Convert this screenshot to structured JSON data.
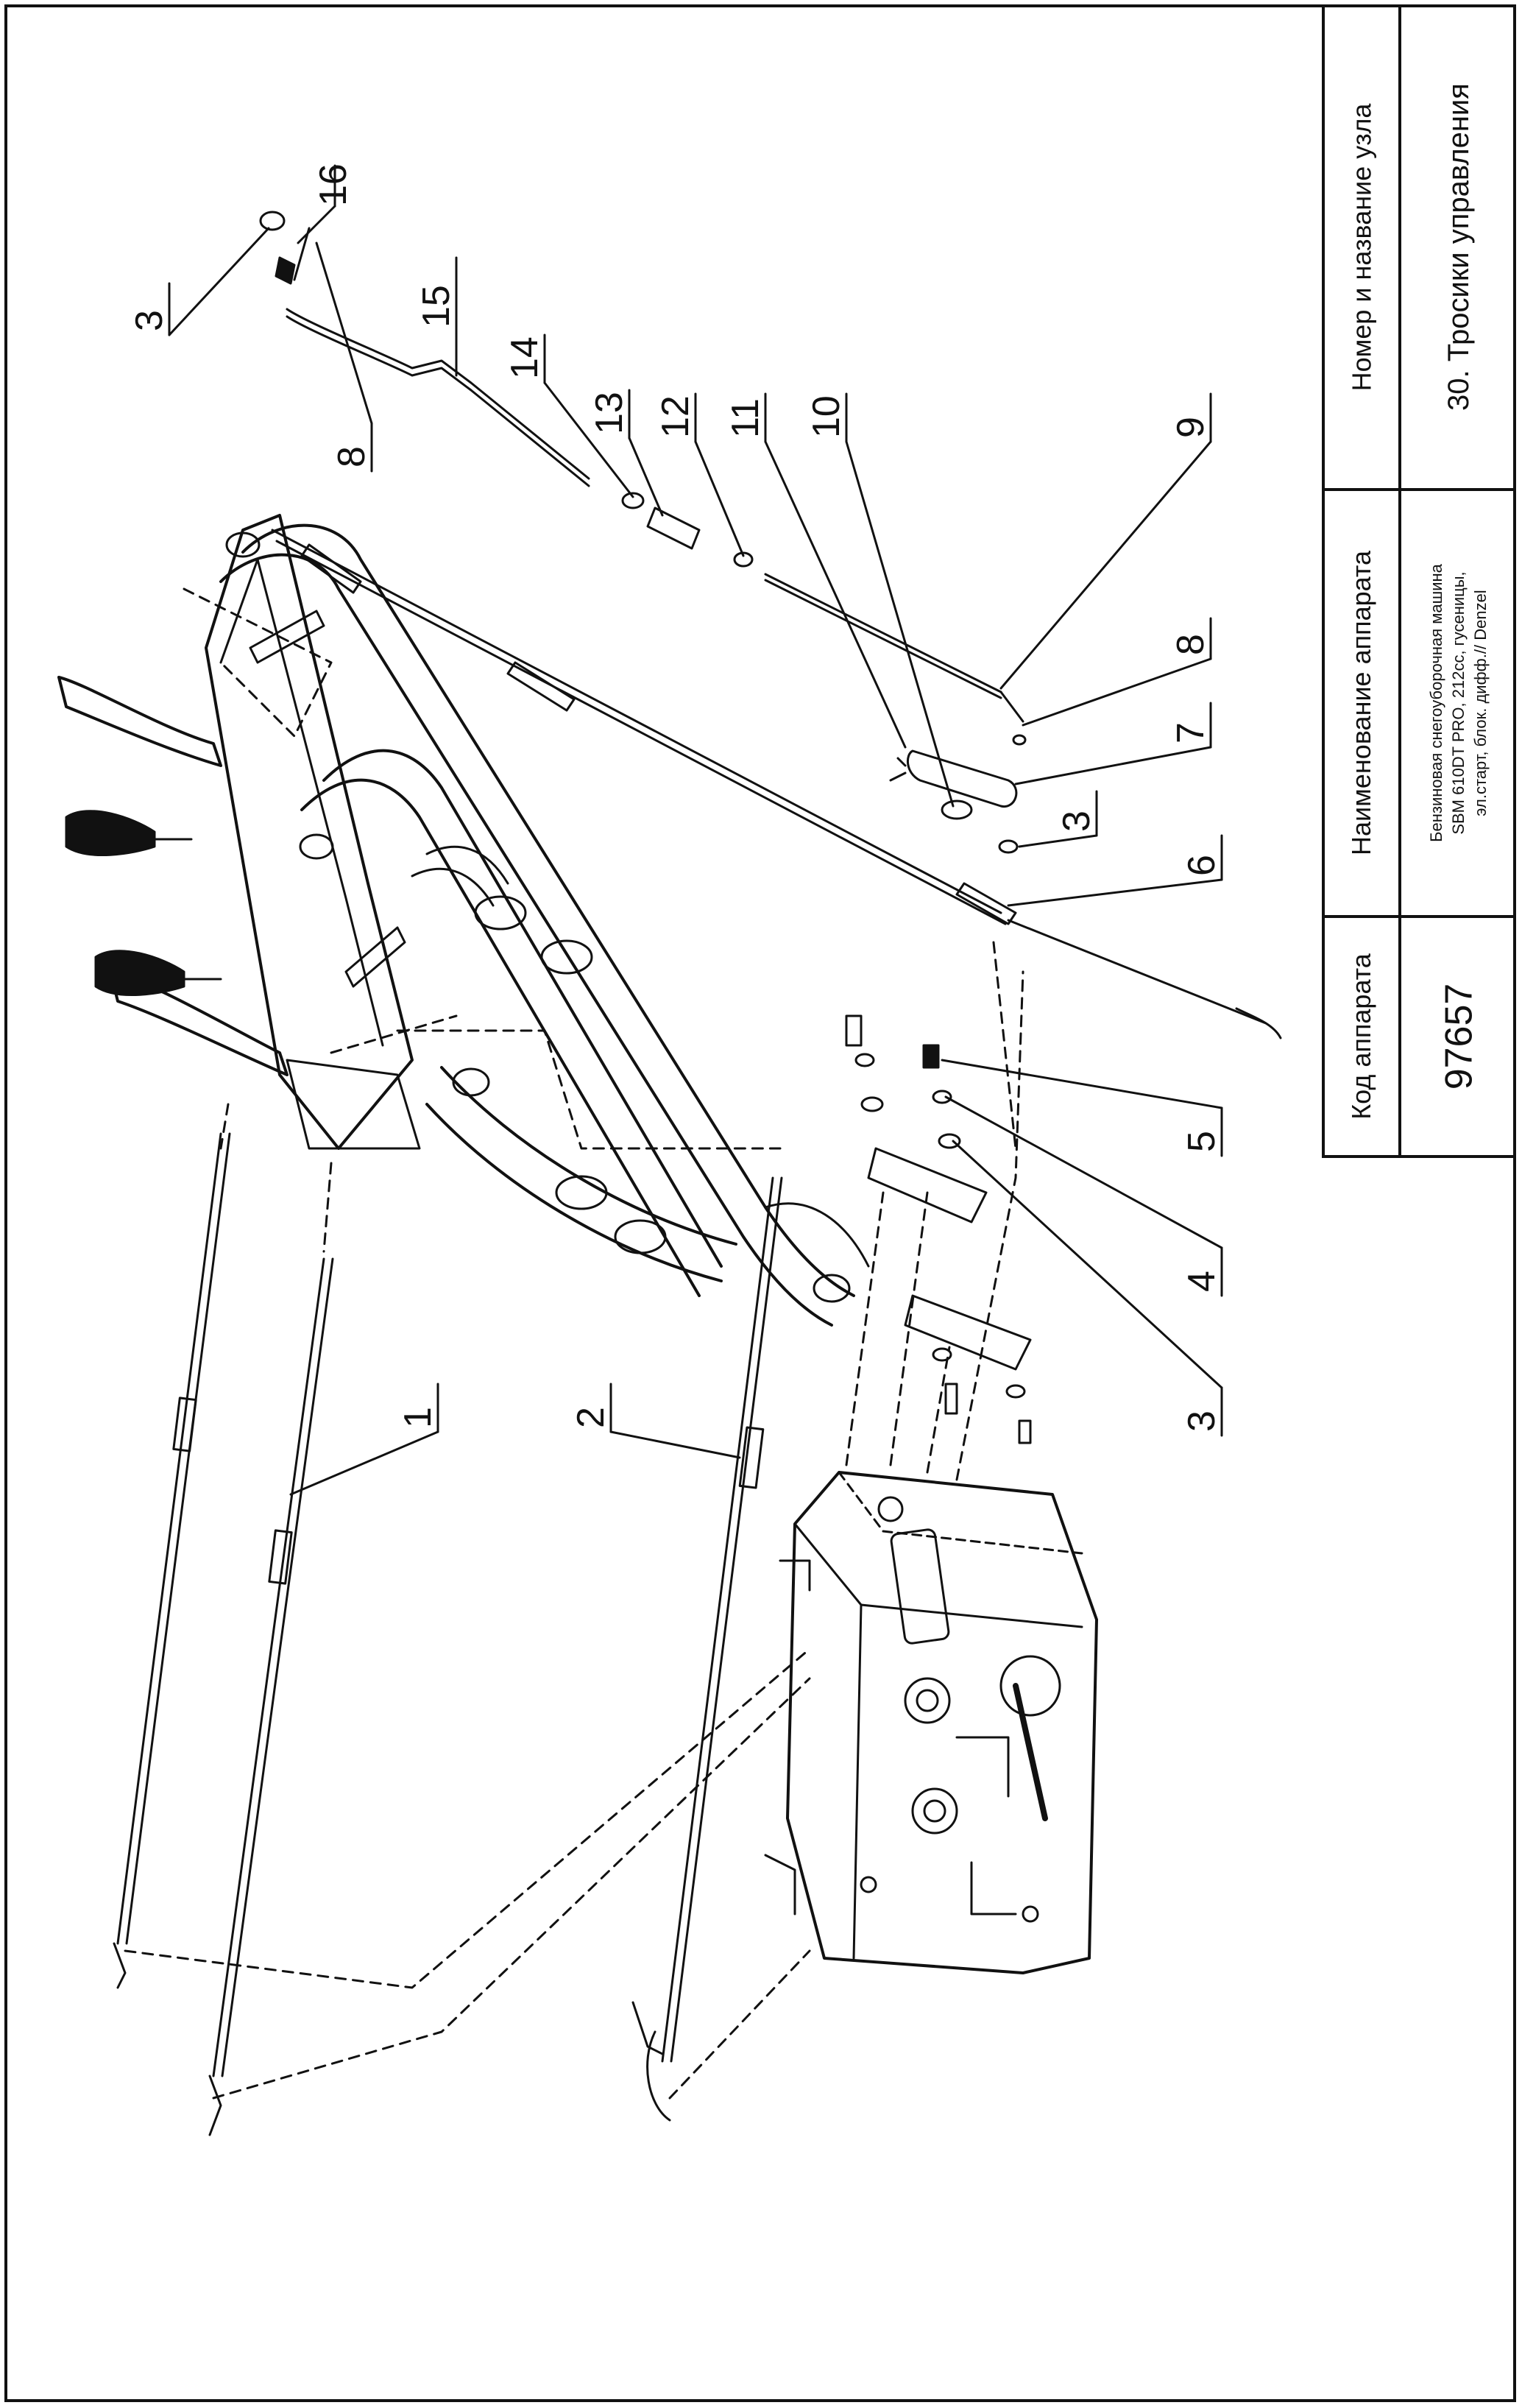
{
  "title_block": {
    "code_header": "Код аппарата",
    "code_value": "97657",
    "model_header": "Наименование аппарата",
    "model_lines": [
      "Бензиновая снегоуборочная машина",
      "SBM 610DT PRO, 212cc, гусеницы,",
      "эл.старт, блок. дифф.// Denzel"
    ],
    "node_header": "Номер и название узла",
    "node_value": "30. Тросики управления"
  },
  "callouts": [
    {
      "id": "c16",
      "label": "16"
    },
    {
      "id": "c3a",
      "label": "3"
    },
    {
      "id": "c15",
      "label": "15"
    },
    {
      "id": "c14",
      "label": "14"
    },
    {
      "id": "c8a",
      "label": "8"
    },
    {
      "id": "c13",
      "label": "13"
    },
    {
      "id": "c12",
      "label": "12"
    },
    {
      "id": "c11",
      "label": "11"
    },
    {
      "id": "c10",
      "label": "10"
    },
    {
      "id": "c9",
      "label": "9"
    },
    {
      "id": "c8b",
      "label": "8"
    },
    {
      "id": "c7",
      "label": "7"
    },
    {
      "id": "c3b",
      "label": "3"
    },
    {
      "id": "c6",
      "label": "6"
    },
    {
      "id": "c5",
      "label": "5"
    },
    {
      "id": "c4",
      "label": "4"
    },
    {
      "id": "c3c",
      "label": "3"
    },
    {
      "id": "c1",
      "label": "1"
    },
    {
      "id": "c2",
      "label": "2"
    }
  ]
}
